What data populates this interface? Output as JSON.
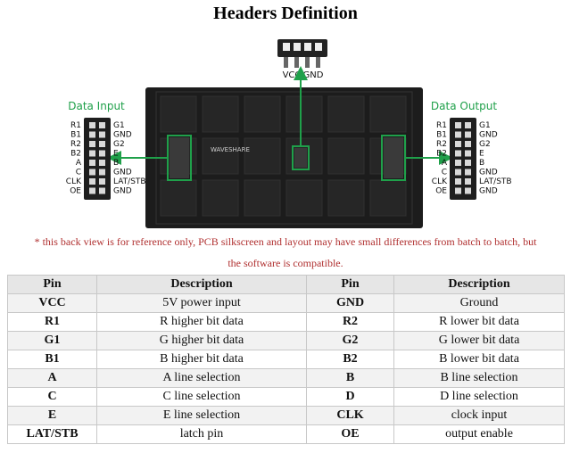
{
  "title": "Headers Definition",
  "power_labels": {
    "vcc": "VCC",
    "gnd": "GND"
  },
  "input": {
    "title": "Data Input",
    "pins_left": [
      "R1",
      "B1",
      "R2",
      "B2",
      "A",
      "C",
      "CLK",
      "OE"
    ],
    "pins_right": [
      "G1",
      "GND",
      "G2",
      "E",
      "B",
      "GND",
      "LAT/STB",
      "GND"
    ]
  },
  "output": {
    "title": "Data Output",
    "pins_left": [
      "R1",
      "B1",
      "R2",
      "B2",
      "A",
      "C",
      "CLK",
      "OE"
    ],
    "pins_right": [
      "G1",
      "GND",
      "G2",
      "E",
      "B",
      "GND",
      "LAT/STB",
      "GND"
    ]
  },
  "board_brand": "WAVESHARE",
  "note_line1": "* this back view is for reference only, PCB silkscreen and layout may have small differences from batch to batch, but",
  "note_line2": "the software is compatible.",
  "table": {
    "headers": [
      "Pin",
      "Description",
      "Pin",
      "Description"
    ],
    "rows": [
      [
        "VCC",
        "5V power input",
        "GND",
        "Ground"
      ],
      [
        "R1",
        "R higher bit data",
        "R2",
        "R lower bit data"
      ],
      [
        "G1",
        "G higher bit data",
        "G2",
        "G lower bit data"
      ],
      [
        "B1",
        "B higher bit data",
        "B2",
        "B lower bit data"
      ],
      [
        "A",
        "A line selection",
        "B",
        "B line selection"
      ],
      [
        "C",
        "C line selection",
        "D",
        "D line selection"
      ],
      [
        "E",
        "E line selection",
        "CLK",
        "clock input"
      ],
      [
        "LAT/STB",
        "latch pin",
        "OE",
        "output enable"
      ]
    ]
  },
  "colors": {
    "accent_green": "#1fa04a",
    "note_red": "#b03030",
    "board": "#1c1c1c"
  }
}
